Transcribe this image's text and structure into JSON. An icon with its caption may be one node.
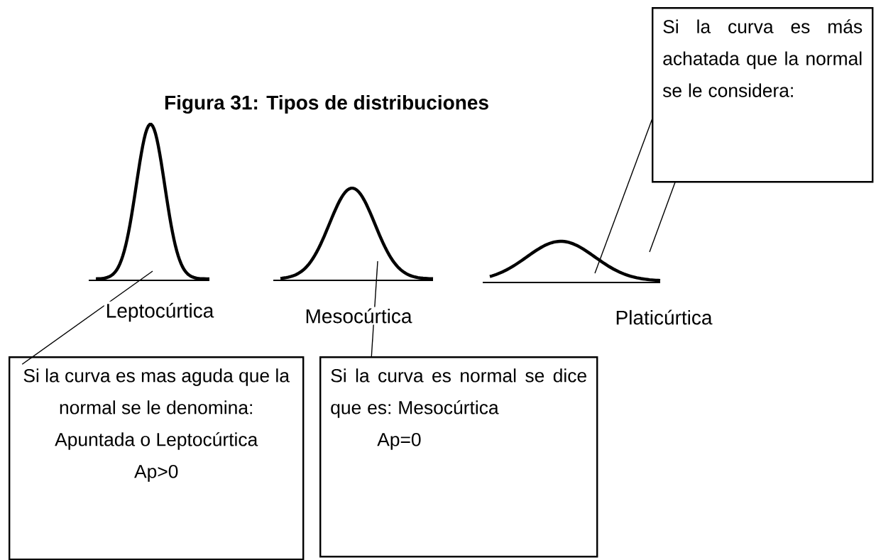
{
  "diagram": {
    "title": "Figura 31: Tipos de distribuciones",
    "nodes": [
      {
        "text": [],
        "shape": "picture"
      },
      {
        "text": [],
        "shape": "picture"
      },
      {
        "text": [],
        "shape": "picture"
      },
      {
        "text": [
          "Si la curva es más achatada que la normal se le considera:"
        ]
      },
      {
        "text": [
          "Si la curva es mas aguda que la normal se le denomina: Apuntada o Leptocúrtica",
          "Ap>0"
        ]
      },
      {
        "text": [
          "Si la curva es normal se dice que es: Mesocúrtica",
          "Ap=0"
        ]
      }
    ],
    "edges": [
      {
        "from": 4,
        "to": 0,
        "arrow": "none"
      },
      {
        "from": 5,
        "to": 1,
        "arrow": "none"
      },
      {
        "from": 3,
        "to": 2,
        "arrow": "none"
      },
      {
        "from": 3,
        "to": 2,
        "arrow": "none"
      }
    ],
    "labels": [
      "Leptocúrtica",
      "Mesocúrtica",
      "Platicúrtica"
    ]
  }
}
